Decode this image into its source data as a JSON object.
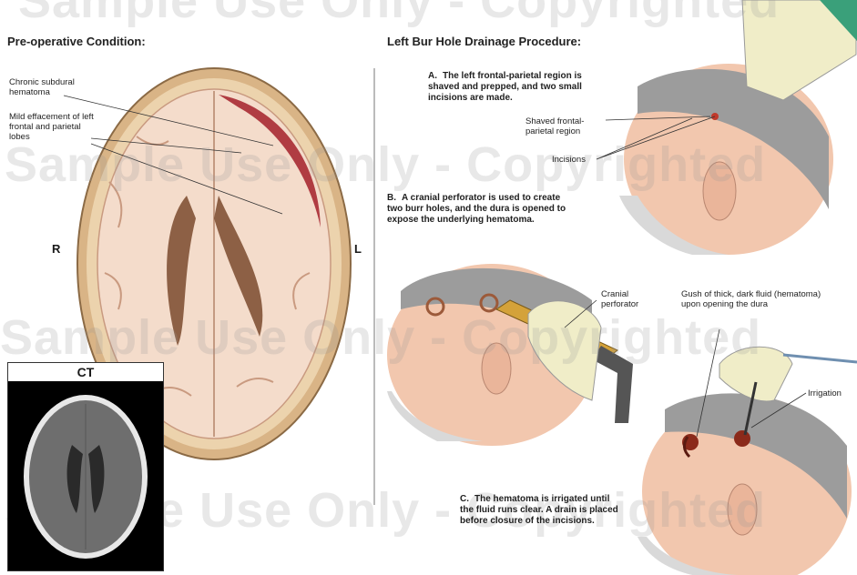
{
  "watermark": "Sample Use Only - Copyrighted",
  "left_panel": {
    "title": "Pre-operative Condition:",
    "labels": {
      "subdural": "Chronic subdural hematoma",
      "effacement": "Mild effacement of left frontal and parietal lobes"
    },
    "side_right": "R",
    "side_left": "L",
    "ct_title": "CT"
  },
  "right_panel": {
    "title": "Left Bur Hole Drainage Procedure:",
    "steps": [
      {
        "letter": "A.",
        "text": "The left frontal-parietal region is shaved and prepped, and two small incisions are made."
      },
      {
        "letter": "B.",
        "text": "A cranial perforator is used to create two burr holes, and the dura is opened to expose the underlying hematoma."
      },
      {
        "letter": "C.",
        "text": "The hematoma is irrigated until the fluid runs clear. A drain is placed before closure of the incisions."
      }
    ],
    "labels": {
      "shaved": "Shaved frontal-parietal region",
      "incisions": "Incisions",
      "perforator": "Cranial perforator",
      "gush": "Gush of thick, dark fluid (hematoma) upon opening the dura",
      "irrigation": "Irrigation"
    }
  },
  "colors": {
    "skull": "#e8c9a0",
    "brain": "#f5d9c8",
    "hematoma": "#a3202a",
    "skin": "#f2c7ae",
    "hair": "#9c9c9c",
    "glove": "#f0edc8"
  }
}
